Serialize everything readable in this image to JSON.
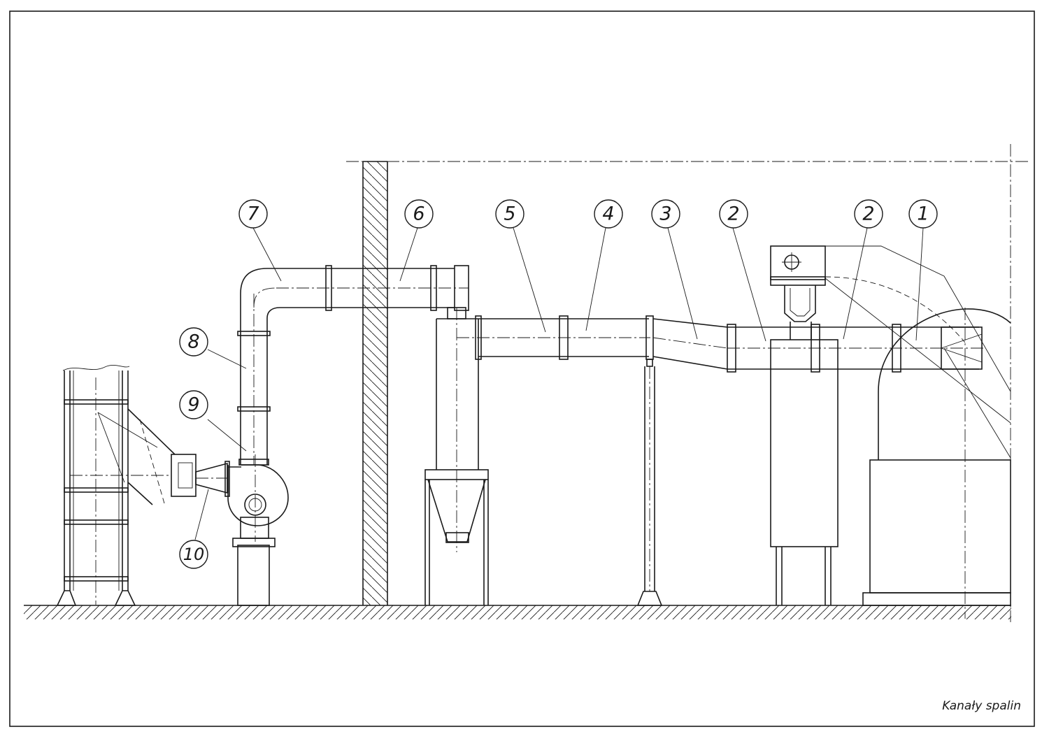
{
  "caption": "Kanały spalin",
  "callouts": [
    {
      "label": "7"
    },
    {
      "label": "6"
    },
    {
      "label": "5"
    },
    {
      "label": "4"
    },
    {
      "label": "3"
    },
    {
      "label": "2"
    },
    {
      "label": "2"
    },
    {
      "label": "1"
    },
    {
      "label": "8"
    },
    {
      "label": "9"
    },
    {
      "label": "10"
    }
  ],
  "icons": {
    "ground": "ground-hatch-icon",
    "wall": "wall-hatch-icon",
    "fan": "fan-icon",
    "cyclone": "cyclone-separator-icon",
    "stack": "chimney-stack-icon"
  }
}
